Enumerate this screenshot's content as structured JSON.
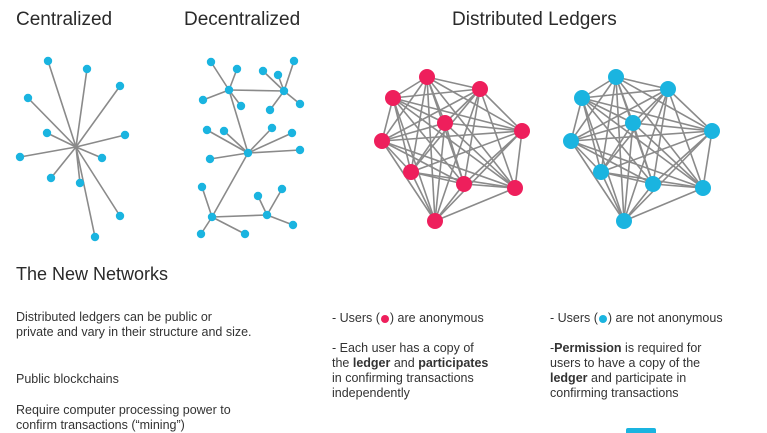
{
  "headings": {
    "centralized": "Centralized",
    "decentralized": "Decentralized",
    "distributed": "Distributed Ledgers"
  },
  "colors": {
    "blue_node": "#1ab4e0",
    "red_node": "#ee1f5c",
    "edge": "#8a8a8a"
  },
  "section_title": "The New Networks",
  "left_column": {
    "para1_line1": "Distributed ledgers can be public or",
    "para1_line2": "private and vary in their structure and size.",
    "para2": "Public blockchains",
    "para3_line1": "Require computer processing power to",
    "para3_line2": "confirm transactions (“mining”)"
  },
  "middle_column": {
    "users_prefix": "- Users (",
    "users_suffix": ") are anonymous",
    "dot_color_name": "red",
    "copy_line1": "- Each user has a copy of",
    "copy_line2_pre": "the ",
    "copy_line2_bold1": "ledger",
    "copy_line2_mid": " and ",
    "copy_line2_bold2": "participates",
    "copy_line3": "in confirming transactions",
    "copy_line4": "independently"
  },
  "right_column": {
    "users_prefix": "- Users (",
    "users_suffix": ") are  not anonymous",
    "dot_color_name": "blue",
    "perm_line1_pre": "-",
    "perm_line1_bold": "Permission",
    "perm_line1_post": " is required for",
    "perm_line2": "users to have a copy of the",
    "perm_line3_bold": "ledger",
    "perm_line3_post": " and participate in",
    "perm_line4": "confirming transactions"
  }
}
